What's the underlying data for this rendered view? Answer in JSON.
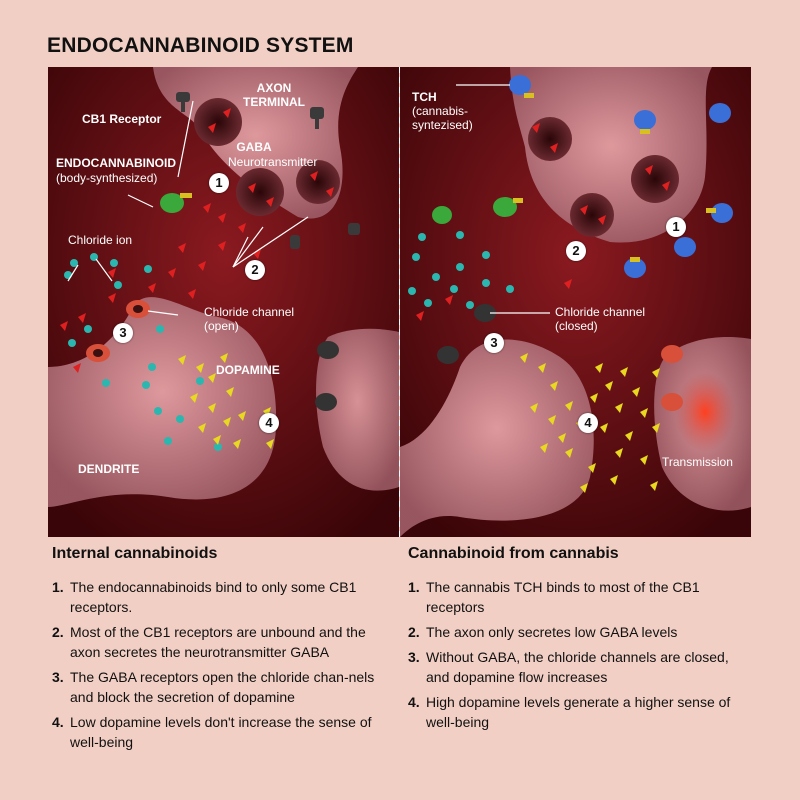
{
  "title": "ENDOCANNABINOID SYSTEM",
  "left_panel": {
    "labels": {
      "cb1_receptor": "CB1 Receptor",
      "axon_terminal_1": "AXON",
      "axon_terminal_2": "TERMINAL",
      "gaba_1": "GABA",
      "gaba_2": "Neurotransmitter",
      "endocannabinoid_1": "ENDOCANNABINOID",
      "endocannabinoid_2": "(body-synthesized)",
      "chloride_ion": "Chloride ion",
      "chloride_channel_1": "Chloride channel",
      "chloride_channel_2": "(open)",
      "dopamine": "DOPAMINE",
      "dendrite": "DENDRITE"
    },
    "markers": [
      "1",
      "2",
      "3",
      "4"
    ]
  },
  "right_panel": {
    "labels": {
      "tch_1": "TCH",
      "tch_2": "(cannabis-",
      "tch_3": "syntezised)",
      "chloride_channel_1": "Chloride channel",
      "chloride_channel_2": "(closed)",
      "transmission": "Transmission"
    },
    "markers": [
      "1",
      "2",
      "3",
      "4"
    ]
  },
  "left_section": {
    "heading": "Internal cannabinoids",
    "items": [
      {
        "n": "1.",
        "text": "The endocannabinoids  bind to only some CB1 receptors."
      },
      {
        "n": "2.",
        "text": "Most of the CB1 receptors are unbound and the axon secretes the neurotransmitter GABA"
      },
      {
        "n": "3.",
        "text": "The GABA receptors open the chloride chan-nels and block the secretion of dopamine"
      },
      {
        "n": "4.",
        "text": "Low dopamine levels don't increase the sense of well-being"
      }
    ]
  },
  "right_section": {
    "heading": "Cannabinoid from cannabis",
    "items": [
      {
        "n": "1.",
        "text": "The cannabis TCH binds to most of the CB1 receptors"
      },
      {
        "n": "2.",
        "text": "The axon only secretes low GABA levels"
      },
      {
        "n": "3.",
        "text": "Without GABA, the chloride channels are closed, and dopamine flow increases"
      },
      {
        "n": "4.",
        "text": "High dopamine levels generate a higher sense of well-being"
      }
    ]
  },
  "colors": {
    "background": "#f2cfc4",
    "panel": "#4a0b10",
    "neuron": "#c9868c",
    "gaba": "#e02020",
    "dopamine": "#e8d820",
    "chloride": "#2ab7b0",
    "endocannabinoid": "#3aa83a",
    "tch": "#3a6fd8"
  }
}
